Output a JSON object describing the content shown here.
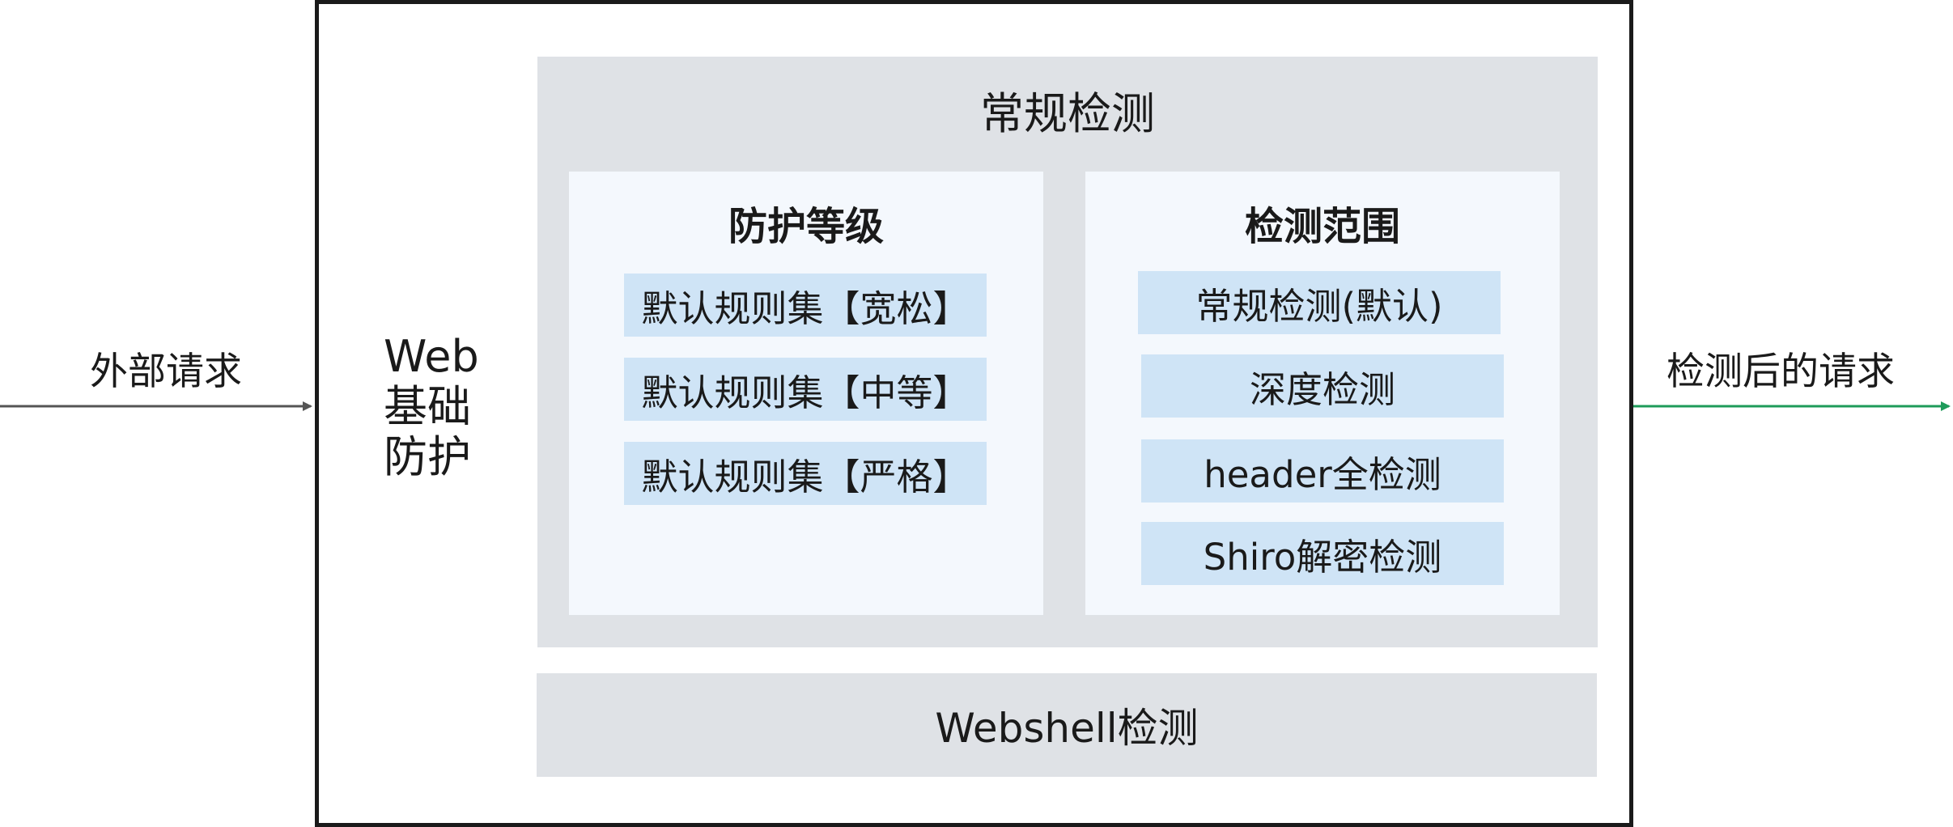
{
  "flow": {
    "input_label": "外部请求",
    "output_label": "检测后的请求",
    "input_arrow_color": "#555555",
    "output_arrow_color": "#1e9b5a"
  },
  "main": {
    "side_title": [
      "Web",
      "基础",
      "防护"
    ],
    "regular_group": {
      "title": "常规检测",
      "protection_level": {
        "title": "防护等级",
        "items": [
          "默认规则集【宽松】",
          "默认规则集【中等】",
          "默认规则集【严格】"
        ]
      },
      "detection_scope": {
        "title": "检测范围",
        "items": [
          "常规检测(默认)",
          "深度检测",
          "header全检测",
          "Shiro解密检测"
        ]
      }
    },
    "webshell": {
      "label": "Webshell检测"
    }
  }
}
